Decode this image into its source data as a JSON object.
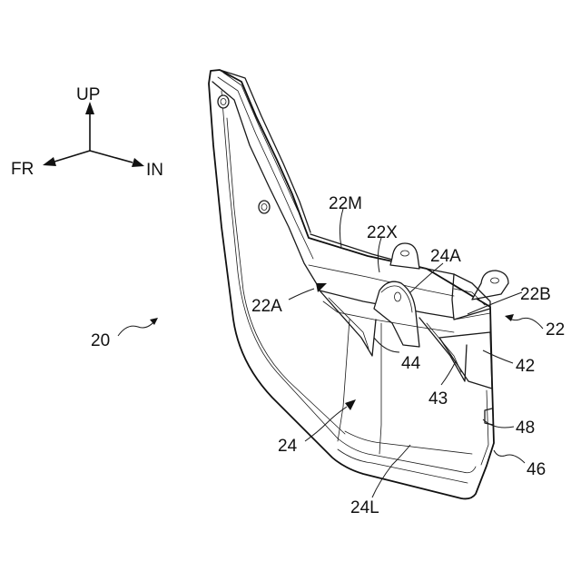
{
  "axes": {
    "up": "UP",
    "front": "FR",
    "inner": "IN"
  },
  "labels": {
    "ref_20": "20",
    "ref_22": "22",
    "ref_22M": "22M",
    "ref_22X": "22X",
    "ref_24A": "24A",
    "ref_22B": "22B",
    "ref_22A": "22A",
    "ref_44": "44",
    "ref_42": "42",
    "ref_43": "43",
    "ref_48": "48",
    "ref_24": "24",
    "ref_46": "46",
    "ref_24L": "24L"
  },
  "colors": {
    "line": "#1a1a1a",
    "background": "#ffffff"
  }
}
